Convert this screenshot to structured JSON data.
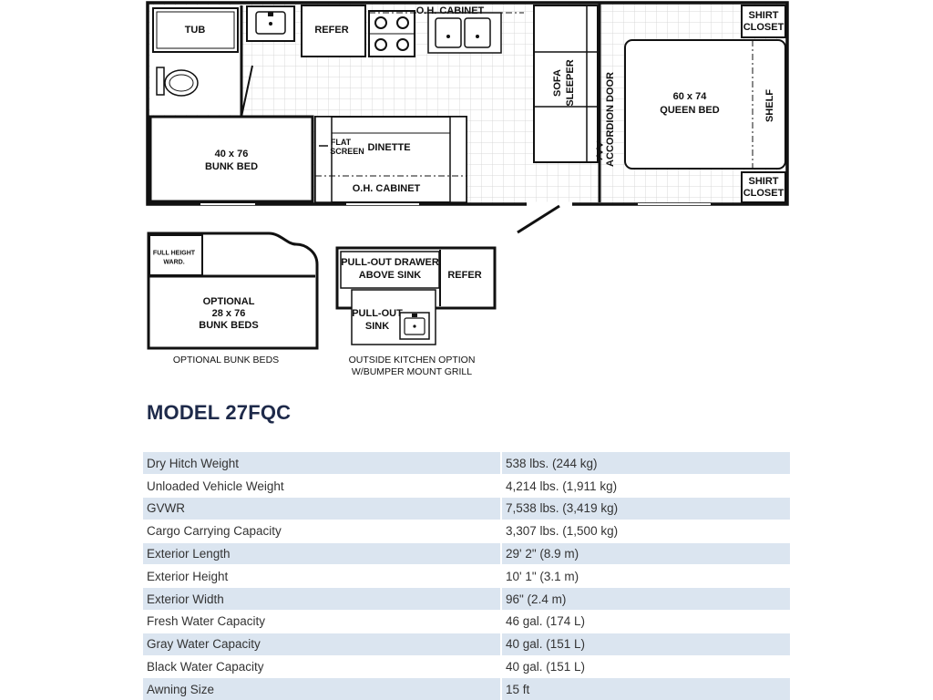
{
  "floorplan": {
    "labels": {
      "tub": "TUB",
      "refer": "REFER",
      "oh_cabinet_top": "O.H. CABINET",
      "sofa_line1": "SOFA",
      "sofa_line2": "SLEEPER",
      "accordion_door": "ACCORDION DOOR",
      "queen_line1": "60 x 74",
      "queen_line2": "QUEEN BED",
      "shelf": "SHELF",
      "shirt_closet_line1": "SHIRT",
      "shirt_closet_line2": "CLOSET",
      "bunk_line1": "40 x 76",
      "bunk_line2": "BUNK BED",
      "flat_line1": "FLAT",
      "flat_line2": "SCREEN",
      "dinette": "DINETTE",
      "oh_cabinet_bottom": "O.H. CABINET"
    },
    "optional_bunks": {
      "ward_line1": "FULL HEIGHT",
      "ward_line2": "WARD.",
      "bunks_line1": "OPTIONAL",
      "bunks_line2": "28 x 76",
      "bunks_line3": "BUNK BEDS",
      "caption": "OPTIONAL BUNK BEDS"
    },
    "outside_kitchen": {
      "drawer_line1": "PULL-OUT DRAWER",
      "drawer_line2": "ABOVE SINK",
      "refer": "REFER",
      "sink_line1": "PULL-OUT",
      "sink_line2": "SINK",
      "caption_line1": "OUTSIDE KITCHEN OPTION",
      "caption_line2": "W/BUMPER MOUNT GRILL"
    }
  },
  "model": {
    "title": "MODEL 27FQC"
  },
  "specs": [
    {
      "label": "Dry Hitch Weight",
      "value": "538 lbs. (244 kg)"
    },
    {
      "label": "Unloaded Vehicle Weight",
      "value": "4,214 lbs. (1,911 kg)"
    },
    {
      "label": "GVWR",
      "value": "7,538 lbs. (3,419 kg)"
    },
    {
      "label": "Cargo Carrying Capacity",
      "value": "3,307 lbs. (1,500 kg)"
    },
    {
      "label": "Exterior Length",
      "value": "29' 2\" (8.9 m)"
    },
    {
      "label": "Exterior Height",
      "value": "10' 1\" (3.1 m)"
    },
    {
      "label": "Exterior Width",
      "value": "96\" (2.4 m)"
    },
    {
      "label": "Fresh Water Capacity",
      "value": "46 gal. (174 L)"
    },
    {
      "label": "Gray Water Capacity",
      "value": "40 gal. (151 L)"
    },
    {
      "label": "Black Water Capacity",
      "value": "40 gal. (151 L)"
    },
    {
      "label": "Awning Size",
      "value": "15 ft"
    }
  ]
}
